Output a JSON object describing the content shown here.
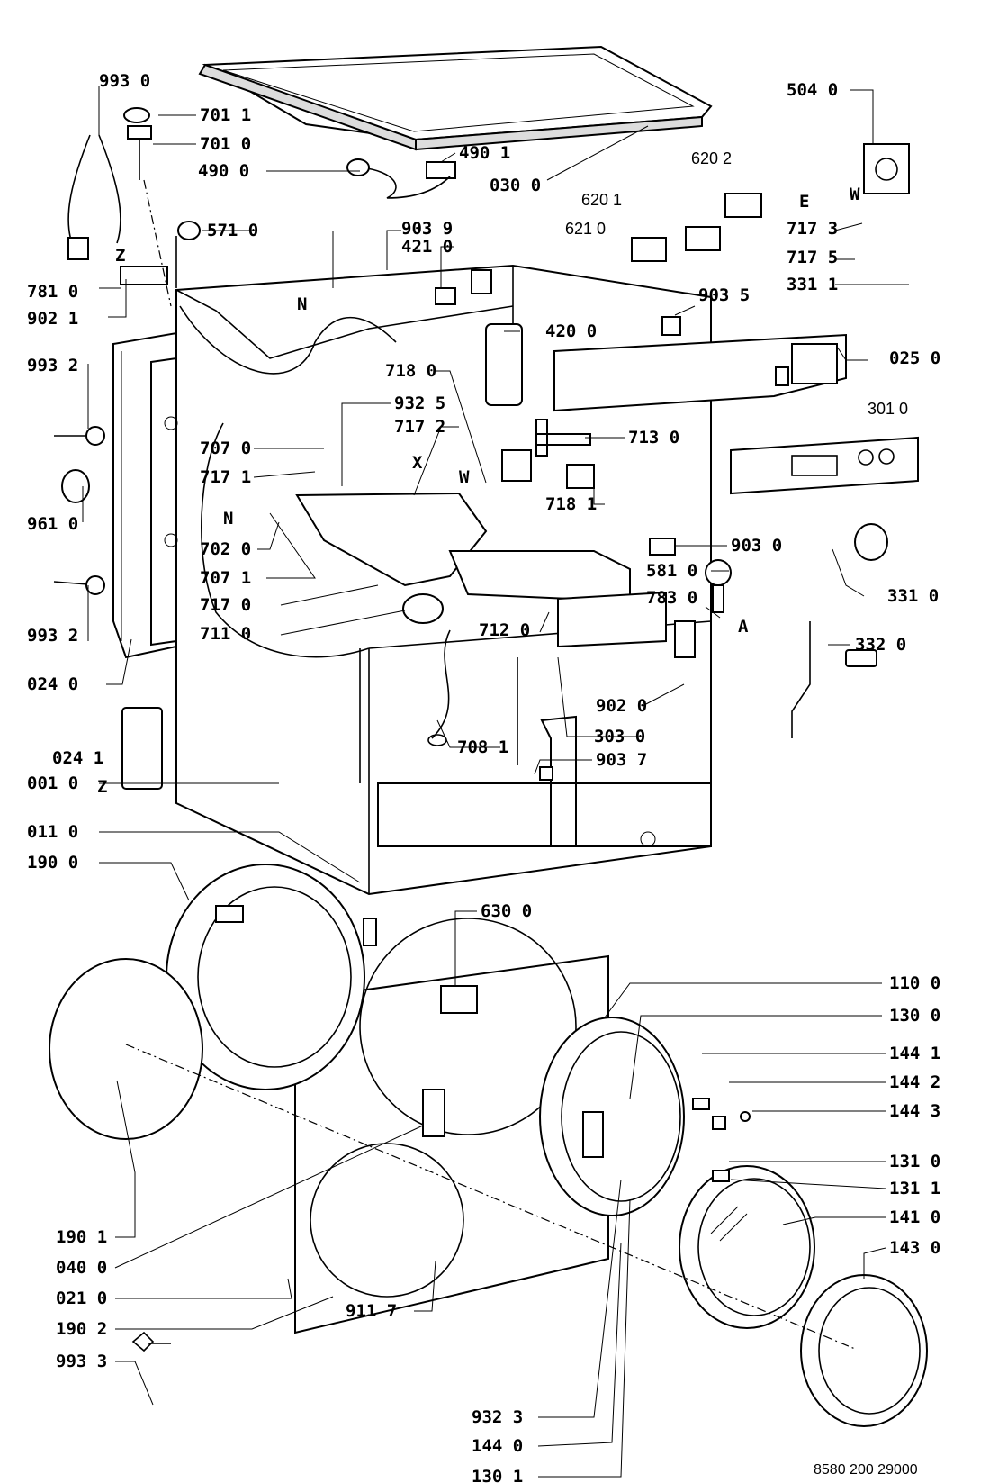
{
  "labels": [
    {
      "id": "l9930",
      "text": "993 0"
    },
    {
      "id": "l7011",
      "text": "701 1"
    },
    {
      "id": "l7010",
      "text": "701 0"
    },
    {
      "id": "l4901",
      "text": "490 1"
    },
    {
      "id": "l4900",
      "text": "490 0"
    },
    {
      "id": "l0300",
      "text": "030 0"
    },
    {
      "id": "l5710",
      "text": "571 0"
    },
    {
      "id": "l9039",
      "text": "903 9"
    },
    {
      "id": "l4210",
      "text": "421 0"
    },
    {
      "id": "l7810",
      "text": "781 0"
    },
    {
      "id": "l9021",
      "text": "902 1"
    },
    {
      "id": "l9932a",
      "text": "993 2"
    },
    {
      "id": "l4200",
      "text": "420 0"
    },
    {
      "id": "l7180",
      "text": "718 0"
    },
    {
      "id": "l9325",
      "text": "932 5"
    },
    {
      "id": "l7172",
      "text": "717 2"
    },
    {
      "id": "l7070",
      "text": "707 0"
    },
    {
      "id": "l7171",
      "text": "717 1"
    },
    {
      "id": "l9610",
      "text": "961 0"
    },
    {
      "id": "l7020",
      "text": "702 0"
    },
    {
      "id": "l7071",
      "text": "707 1"
    },
    {
      "id": "l7170",
      "text": "717 0"
    },
    {
      "id": "l9932b",
      "text": "993 2"
    },
    {
      "id": "l7110",
      "text": "711 0"
    },
    {
      "id": "l0240",
      "text": "024 0"
    },
    {
      "id": "l0241",
      "text": "024 1"
    },
    {
      "id": "l0010",
      "text": "001 0"
    },
    {
      "id": "l0110",
      "text": "011 0"
    },
    {
      "id": "l1900",
      "text": "190 0"
    },
    {
      "id": "l5040",
      "text": "504 0"
    },
    {
      "id": "l7173",
      "text": "717 3"
    },
    {
      "id": "l7175",
      "text": "717 5"
    },
    {
      "id": "l3311",
      "text": "331 1"
    },
    {
      "id": "l9035",
      "text": "903 5"
    },
    {
      "id": "l0250",
      "text": "025 0"
    },
    {
      "id": "l7130",
      "text": "713 0"
    },
    {
      "id": "l7181",
      "text": "718 1"
    },
    {
      "id": "l9030",
      "text": "903 0"
    },
    {
      "id": "l5810",
      "text": "581 0"
    },
    {
      "id": "l7830",
      "text": "783 0"
    },
    {
      "id": "l7120",
      "text": "712 0"
    },
    {
      "id": "l3310",
      "text": "331 0"
    },
    {
      "id": "l3320",
      "text": "332 0"
    },
    {
      "id": "l9020",
      "text": "902 0"
    },
    {
      "id": "l3030",
      "text": "303 0"
    },
    {
      "id": "l7081",
      "text": "708 1"
    },
    {
      "id": "l9037",
      "text": "903 7"
    },
    {
      "id": "l6300",
      "text": "630 0"
    },
    {
      "id": "l1100",
      "text": "110 0"
    },
    {
      "id": "l1300",
      "text": "130 0"
    },
    {
      "id": "l1441",
      "text": "144 1"
    },
    {
      "id": "l1442",
      "text": "144 2"
    },
    {
      "id": "l1443",
      "text": "144 3"
    },
    {
      "id": "l1310",
      "text": "131 0"
    },
    {
      "id": "l1311",
      "text": "131 1"
    },
    {
      "id": "l1410",
      "text": "141 0"
    },
    {
      "id": "l1430",
      "text": "143 0"
    },
    {
      "id": "l1901",
      "text": "190 1"
    },
    {
      "id": "l0400",
      "text": "040 0"
    },
    {
      "id": "l0210",
      "text": "021 0"
    },
    {
      "id": "l9117",
      "text": "911 7"
    },
    {
      "id": "l1902",
      "text": "190 2"
    },
    {
      "id": "l9933",
      "text": "993 3"
    },
    {
      "id": "l9323",
      "text": "932 3"
    },
    {
      "id": "l1440",
      "text": "144 0"
    },
    {
      "id": "l1301",
      "text": "130 1"
    }
  ],
  "thin_labels": [
    {
      "id": "l6202",
      "text": "620 2"
    },
    {
      "id": "l6201",
      "text": "620 1"
    },
    {
      "id": "l6210",
      "text": "621 0"
    },
    {
      "id": "l3010",
      "text": "301 0"
    }
  ],
  "letters": [
    {
      "id": "lz1",
      "text": "Z"
    },
    {
      "id": "ln1",
      "text": "N"
    },
    {
      "id": "le1",
      "text": "E"
    },
    {
      "id": "lw1",
      "text": "W"
    },
    {
      "id": "lx1",
      "text": "X"
    },
    {
      "id": "lw2",
      "text": "W"
    },
    {
      "id": "ln2",
      "text": "N"
    },
    {
      "id": "la1",
      "text": "A"
    },
    {
      "id": "lz2",
      "text": "Z"
    }
  ],
  "reference_code": "8580 200 29000"
}
